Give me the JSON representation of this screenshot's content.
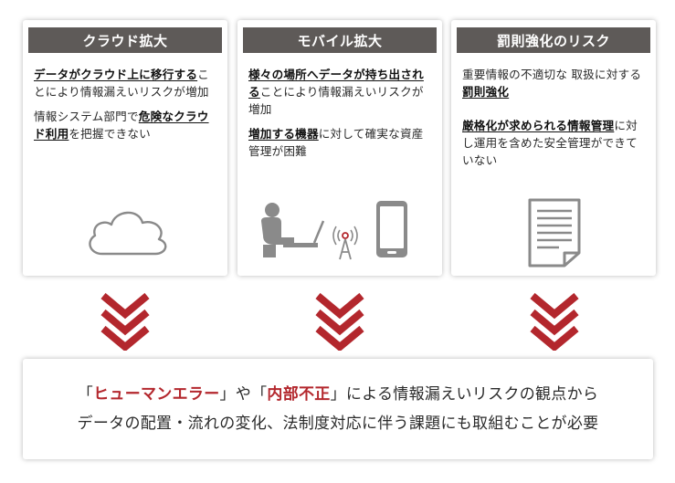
{
  "panels": [
    {
      "title": "クラウド拡大",
      "paragraphs": [
        [
          {
            "t": "データがクラウド上に移行する",
            "em": true
          },
          {
            "t": "ことにより情報漏えいリスクが増加",
            "em": false
          }
        ],
        [
          {
            "t": "情報システム部門で",
            "em": false
          },
          {
            "t": "危険なクラウド利用",
            "em": true
          },
          {
            "t": "を把握できない",
            "em": false
          }
        ]
      ],
      "icon": "cloud-icon"
    },
    {
      "title": "モバイル拡大",
      "paragraphs": [
        [
          {
            "t": "様々の場所へデータが持ち出される",
            "em": true
          },
          {
            "t": "ことにより情報漏えいリスクが増加",
            "em": false
          }
        ],
        [
          {
            "t": "増加する機器",
            "em": true
          },
          {
            "t": "に対して確実な資産管理が困難",
            "em": false
          }
        ]
      ],
      "icon": "mobile-user-icon"
    },
    {
      "title": "罰則強化のリスク",
      "paragraphs": [
        [
          {
            "t": "重要情報の不適切な 取扱に対する",
            "em": false
          },
          {
            "t": "罰則強化",
            "em": true
          }
        ],
        [
          {
            "t": "厳格化が求められる情報管理",
            "em": true
          },
          {
            "t": "に対し運用を含めた安全管理ができていない",
            "em": false
          }
        ]
      ],
      "icon": "document-icon"
    }
  ],
  "conclusion": {
    "line1": [
      {
        "t": "「",
        "red": false
      },
      {
        "t": "ヒューマンエラー",
        "red": true
      },
      {
        "t": "」や「",
        "red": false
      },
      {
        "t": "内部不正",
        "red": true
      },
      {
        "t": "」による情報漏えいリスクの観点から",
        "red": false
      }
    ],
    "line2": "データの配置・流れの変化、法制度対応に伴う課題にも取組むことが必要"
  },
  "colors": {
    "header_bg": "#5e5a58",
    "accent_red": "#b3272d",
    "icon_gray": "#8a8a8a"
  }
}
